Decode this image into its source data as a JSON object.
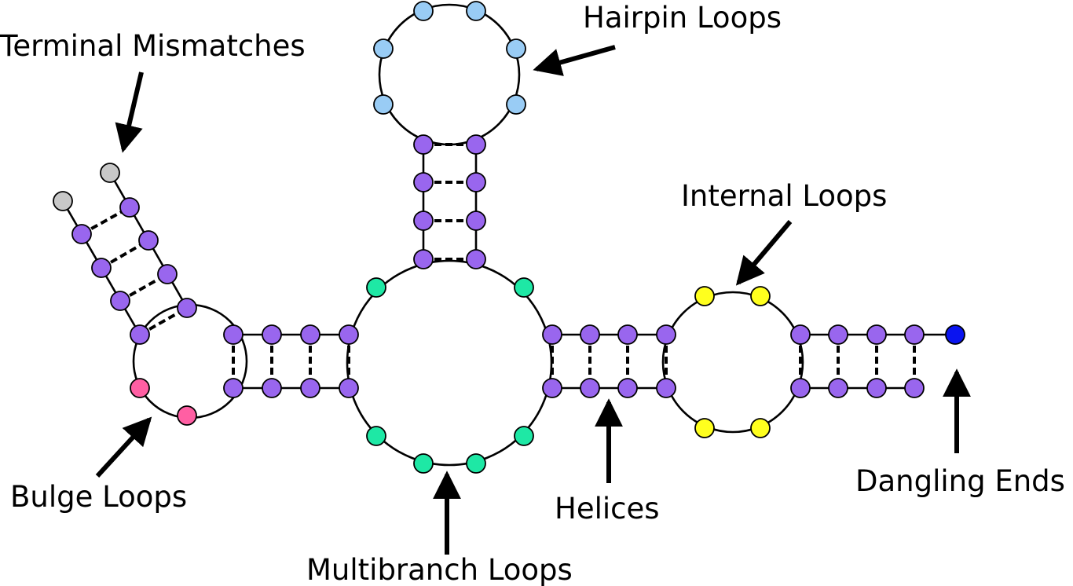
{
  "labels": {
    "terminal_mismatches": "Terminal Mismatches",
    "hairpin_loops": "Hairpin Loops",
    "internal_loops": "Internal Loops",
    "bulge_loops": "Bulge Loops",
    "multibranch_loops": "Multibranch Loops",
    "helices": "Helices",
    "dangling_ends": "Dangling Ends"
  },
  "colors": {
    "helix": "#9966ee",
    "hairpin": "#99ccf5",
    "multibranch": "#1ee8a5",
    "internal": "#ffff1e",
    "bulge": "#ff5fa3",
    "terminal_mismatch": "#c8c8c8",
    "dangling_end": "#0a14f0"
  }
}
